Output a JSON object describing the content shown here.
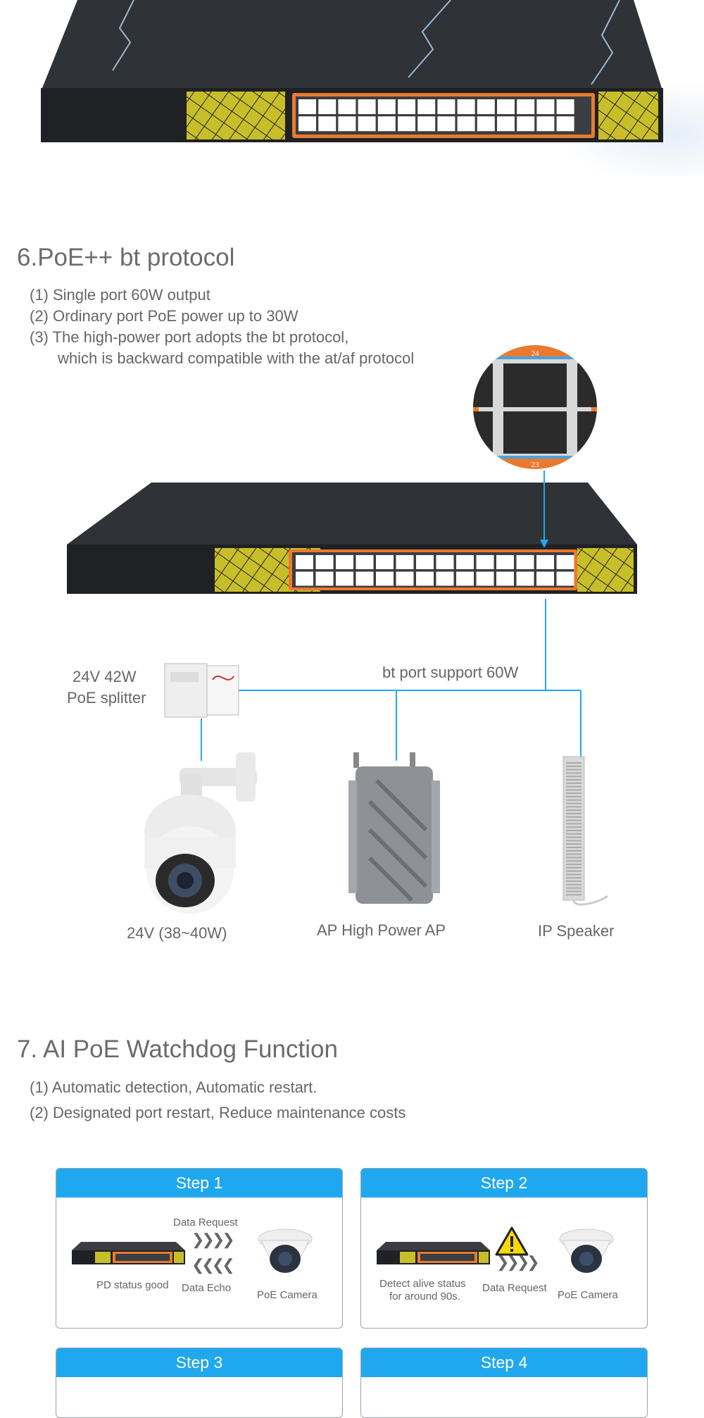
{
  "colors": {
    "accent": "#1fa8ee",
    "switch_body": "#2b2e33",
    "panel_yellow": "#c8be2a",
    "port_orange": "#e97a2e",
    "heading": "#6b6b6b"
  },
  "section6": {
    "title": "6.PoE++  bt protocol",
    "items": [
      "(1) Single port 60W output",
      "(2) Ordinary port PoE power up to 30W",
      "(3) The high-power port adopts the bt protocol,",
      "which is backward compatible with the at/af protocol"
    ],
    "zoom": {
      "top_port_label": "24",
      "bottom_port_label": "23"
    },
    "diagram": {
      "splitter_label_1": "24V 42W",
      "splitter_label_2": "PoE splitter",
      "bt_label": "bt port support 60W",
      "device1": "24V  (38~40W)",
      "device2": "AP High Power AP",
      "device3": "IP Speaker"
    }
  },
  "section7": {
    "title": "7. AI PoE Watchdog Function",
    "items": [
      "(1) Automatic detection, Automatic restart.",
      "(2) Designated port restart, Reduce maintenance costs"
    ],
    "steps": [
      {
        "title": "Step 1",
        "request": "Data Request",
        "left": "PD status good",
        "echo": "Data Echo",
        "camera": "PoE Camera"
      },
      {
        "title": "Step 2",
        "left_1": "Detect alive status",
        "left_2": "for around 90s.",
        "request": "Data Request",
        "camera": "PoE Camera",
        "icon": "warning-icon"
      },
      {
        "title": "Step 3"
      },
      {
        "title": "Step 4"
      }
    ]
  }
}
